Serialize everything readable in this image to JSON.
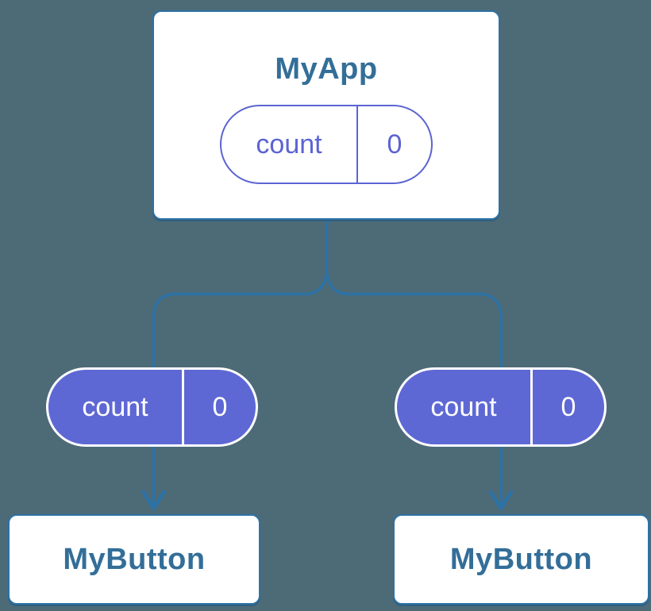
{
  "root": {
    "title": "MyApp",
    "state": {
      "name": "count",
      "value": "0"
    }
  },
  "children": [
    {
      "title": "MyButton",
      "prop": {
        "name": "count",
        "value": "0"
      }
    },
    {
      "title": "MyButton",
      "prop": {
        "name": "count",
        "value": "0"
      }
    }
  ],
  "colors": {
    "background": "#4d6a77",
    "connector": "#2c72a6",
    "node_fill": "#ffffff",
    "node_border": "#2c72a6",
    "node_text": "#336e98",
    "pill_purple": "#5e68d4",
    "pill_text_on_white": "#5b64d2",
    "pill_text_on_purple": "#ffffff"
  }
}
